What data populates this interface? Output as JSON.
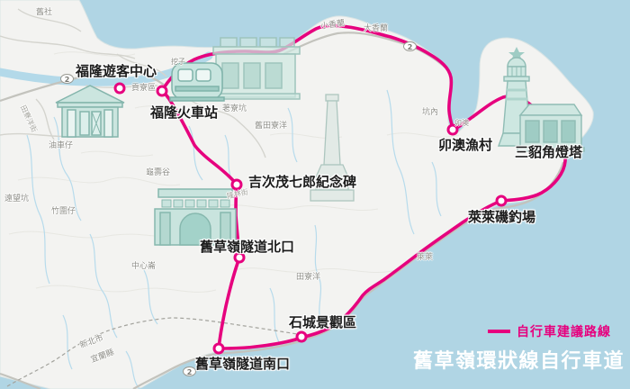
{
  "title": "舊草嶺環狀線自行車道",
  "legend": {
    "label": "自行車建議路線",
    "route_color": "#e6007e"
  },
  "pois": {
    "visitor_center": "福隆遊客中心",
    "train_station": "福隆火車站",
    "memorial": "吉次茂七郎紀念碑",
    "tunnel_north": "舊草嶺隧道北口",
    "tunnel_south": "舊草嶺隧道南口",
    "shicheng": "石城景觀區",
    "laila": "萊萊磯釣場",
    "maoao": "卯澳漁村",
    "lighthouse": "三貂角燈塔"
  },
  "places": {
    "jiushe": "舊社",
    "wazi": "挖子",
    "gongliao_district": "貢寮區",
    "laoliaokeng": "荖寮坑",
    "jiutianliaoyang": "舊田寮洋",
    "youchezai": "油車仔",
    "guishougu": "龜壽谷",
    "yuanwangkeng": "遠望坑",
    "zhuweizai": "竹圍仔",
    "zhongxinlun": "中心崙",
    "tianliaoyang": "田寮洋",
    "xiaoxianglan": "小香蘭",
    "daxianglan": "大香蘭",
    "kengnei": "坑內",
    "maoao_small": "卯澳",
    "laila_small": "萊萊",
    "xinbei_city": "新北市",
    "yilan_county": "宜蘭縣"
  },
  "roads": {
    "tianliaoyang_st": "田寮洋街",
    "longlin_st": "隆林街",
    "highway_badge": "2"
  }
}
